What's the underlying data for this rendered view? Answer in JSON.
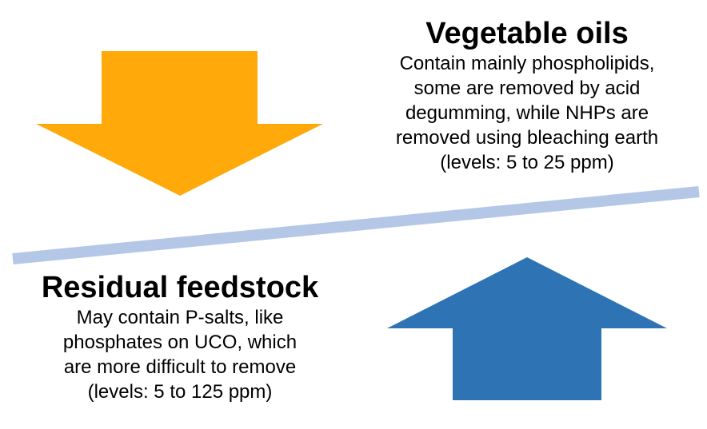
{
  "colors": {
    "down_arrow": "#FFAA0A",
    "up_arrow": "#2E74B5",
    "balance_beam": "#B4C7E7",
    "text": "#000000",
    "background": "#FFFFFF"
  },
  "vegetable_oils": {
    "title": "Vegetable oils",
    "lines": [
      "Contain mainly phospholipids,",
      "some are removed by acid",
      "degumming, while NHPs are",
      "removed using bleaching earth",
      "(levels: 5 to 25 ppm)"
    ]
  },
  "residual_feedstock": {
    "title": "Residual feedstock",
    "lines": [
      "May contain P-salts, like",
      "phosphates on UCO, which",
      "are more difficult to remove",
      "(levels: 5 to 125 ppm)"
    ]
  }
}
